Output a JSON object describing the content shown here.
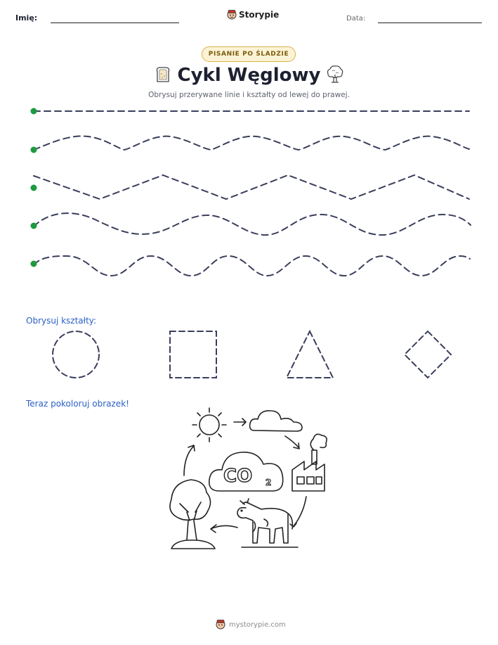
{
  "header": {
    "name_label": "Imię:",
    "date_label": "Data:",
    "brand": "Storypie"
  },
  "badge": "PISANIE PO ŚLADZIE",
  "title": "Cykl Węglowy",
  "subtitle": "Obrysuj przerywane linie i kształty od lewej do prawej.",
  "shapes_label": "Obrysuj kształty:",
  "color_label": "Teraz pokoloruj obrazek!",
  "co2_label": "CO",
  "co2_sub": "2",
  "footer": "mystorypie.com",
  "icons": [
    "bread-icon",
    "tree-icon",
    "storypie-logo-icon"
  ],
  "colors": {
    "start_dot": "#1e9a3f",
    "trace_line": "#3a3e5c",
    "section_label": "#2a5fc4",
    "badge_border": "#d8b24a",
    "badge_fill": "#fcf3d6"
  }
}
